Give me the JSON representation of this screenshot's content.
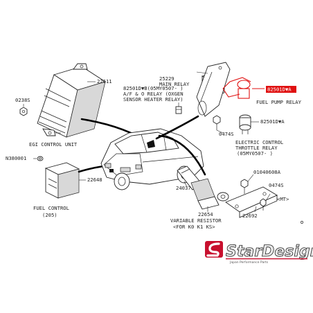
{
  "diagram": {
    "labels": {
      "egi_part": "22611",
      "egi_name": "EGI CONTROL UNIT",
      "bolt_0238s": "0238S",
      "nut_n380001": "N380001",
      "fuel_ctrl_part": "22648",
      "fuel_ctrl_name": "FUEL CONTROL",
      "fuel_ctrl_ref": "(205)",
      "main_relay_part": "25229",
      "main_relay_name": "MAIN RELAY",
      "af_relay_line1": "82501D▼B(05MY0507- )",
      "af_relay_line2": "A/F & O RELAY (OXGEN",
      "af_relay_line3": "SENSOR HEATER RELAY)",
      "fuel_pump_part": "82501D▼A",
      "fuel_pump_name": "FUEL PUMP RELAY",
      "bolt_0474s_a": "0474S",
      "throttle_part": "82501D▼A",
      "throttle_line1": "ELECTRIC CONTROL",
      "throttle_line2": "THROTTLE RELAY",
      "throttle_line3": "(05MY0507- )",
      "resistor_conn": "24037",
      "bolt_01040608a": "01040608A",
      "bolt_0474s_b": "0474S",
      "bolt_mt": "<MT>",
      "resistor_part": "22654",
      "resistor_name": "VARIABLE RESISTOR",
      "resistor_note": "<FOR K0 K1 KS>",
      "bracket_part": "22692"
    },
    "highlight_color": "#e01010"
  },
  "logo": {
    "brand": "StarDesign",
    "tagline": "Japan Performance Parts"
  }
}
